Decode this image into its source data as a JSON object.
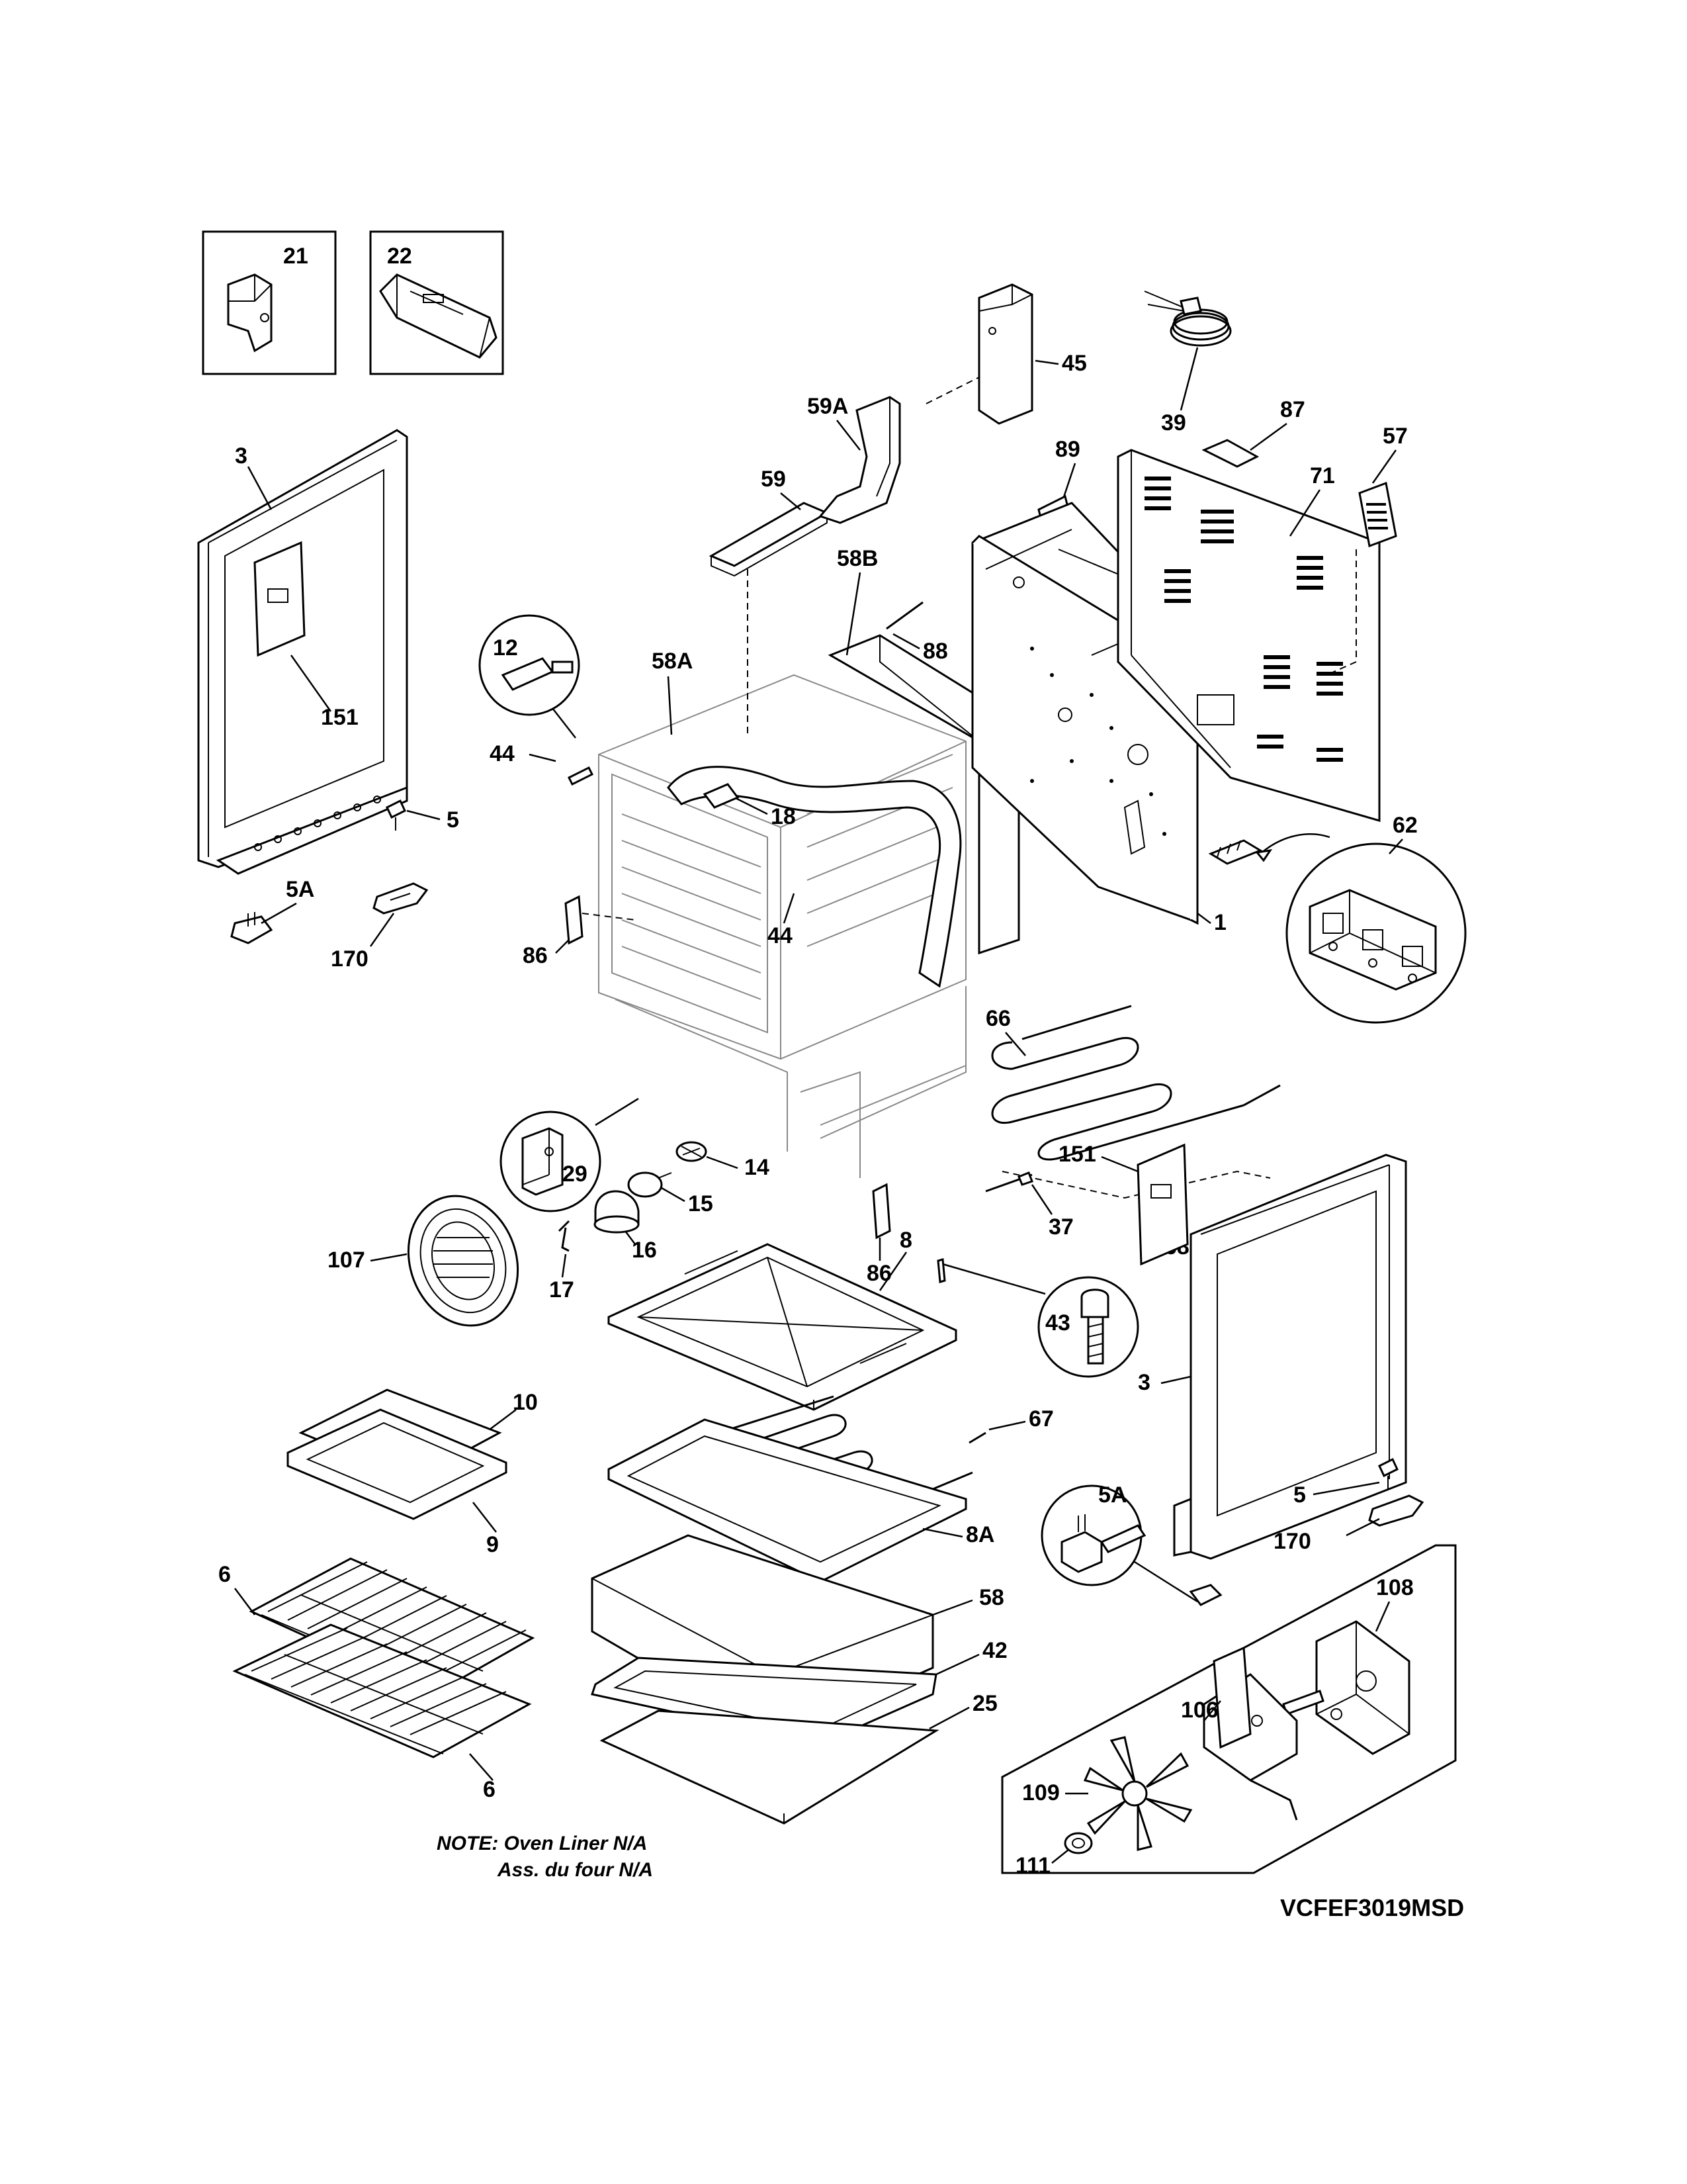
{
  "labels": {
    "p21": "21",
    "p22": "22",
    "p3_left": "3",
    "p151_left": "151",
    "p5_left": "5",
    "p5A_left": "5A",
    "p170_left": "170",
    "p12": "12",
    "p44_top": "44",
    "p58A": "58A",
    "p18": "18",
    "p44_mid": "44",
    "p86_left": "86",
    "p59": "59",
    "p59A": "59A",
    "p45": "45",
    "p58B": "58B",
    "p88": "88",
    "p39": "39",
    "p87": "87",
    "p57": "57",
    "p89": "89",
    "p71": "71",
    "p62": "62",
    "p1": "1",
    "p66": "66",
    "p68": "68",
    "p29": "29",
    "p14": "14",
    "p15": "15",
    "p16": "16",
    "p17": "17",
    "p86_right": "86",
    "p151_right": "151",
    "p37": "37",
    "p107": "107",
    "p8": "8",
    "p43": "43",
    "p3_right": "3",
    "p10": "10",
    "p9": "9",
    "p67": "67",
    "p8A": "8A",
    "p5A_right": "5A",
    "p5_right": "5",
    "p170_right": "170",
    "p6_top": "6",
    "p6_bottom": "6",
    "p58": "58",
    "p42": "42",
    "p25": "25",
    "p108": "108",
    "p106": "106",
    "p109": "109",
    "p111": "111"
  },
  "note": {
    "line1": "NOTE: Oven Liner N/A",
    "line2": "Ass. du four N/A"
  },
  "diagram_code": "VCFEF3019MSD"
}
